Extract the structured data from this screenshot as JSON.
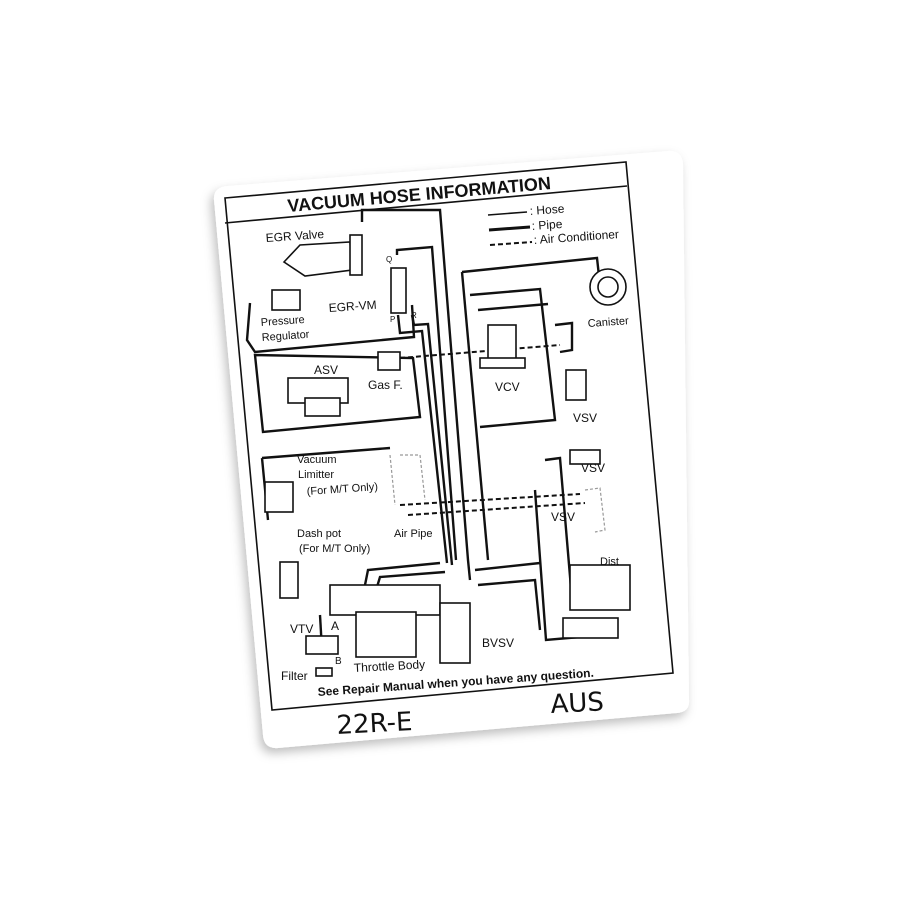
{
  "title": "VACUUM HOSE INFORMATION",
  "legend": [
    {
      "style": "hose",
      "label": ": Hose"
    },
    {
      "style": "pipe",
      "label": ": Pipe"
    },
    {
      "style": "dashed",
      "label": ": Air Conditioner"
    }
  ],
  "labels": {
    "egr_valve": "EGR Valve",
    "pressure": "Pressure",
    "regulator": "Regulator",
    "egr_vm": "EGR-VM",
    "q": "Q",
    "p": "P",
    "r": "R",
    "canister": "Canister",
    "asv": "ASV",
    "gas_f": "Gas F.",
    "vcv": "VCV",
    "vsv1": "VSV",
    "vacuum": "Vacuum",
    "limitter": "Limitter",
    "for_mt_1": "(For M/T Only)",
    "vsv2": "VSV",
    "vsv3": "VSV",
    "dash_pot": "Dash pot",
    "for_mt_2": "(For M/T Only)",
    "air_pipe": "Air Pipe",
    "dist": "Dist",
    "vtv": "VTV",
    "a": "A",
    "b": "B",
    "filter": "Filter",
    "throttle_body": "Throttle  Body",
    "bvsv": "BVSV"
  },
  "footer_note": "See  Repair  Manual  when  you  have  any  question.",
  "engine_code": "22R-E",
  "region": "AUS"
}
